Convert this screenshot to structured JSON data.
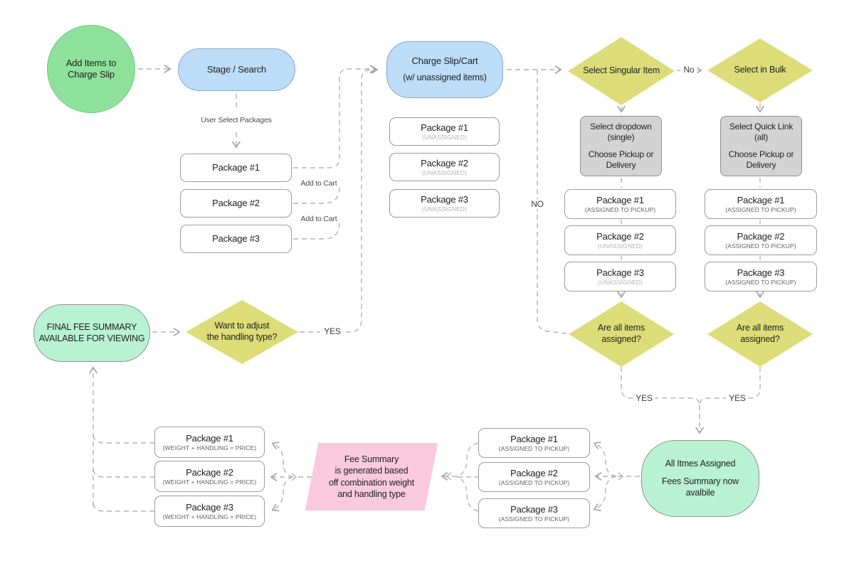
{
  "colors": {
    "start_green": "#8ee19b",
    "process_blue": "#bcdcf7",
    "decision_yellow": "#dcdd78",
    "action_gray": "#d3d3d3",
    "result_mint": "#b9f2d3",
    "fee_pink": "#f9cade",
    "connector_gray": "#b0b0b0"
  },
  "start": {
    "label": "Add Items to\nCharge Slip"
  },
  "stage_search": {
    "label": "Stage / Search"
  },
  "labels": {
    "user_select": "User Select Packages",
    "add_to_cart_1": "Add to Cart",
    "add_to_cart_2": "Add to Cart",
    "no_bulk": "No",
    "no_loop": "NO",
    "yes_left": "YES",
    "yes_right": "YES",
    "yes_adjust": "YES"
  },
  "stage_packages": [
    "Package #1",
    "Package #2",
    "Package #3"
  ],
  "cart": {
    "title": "Charge Slip/Cart",
    "subtitle": "(w/ unassigned items)"
  },
  "cart_packages": [
    {
      "name": "Package #1",
      "status": "(UNASSIGNED)"
    },
    {
      "name": "Package #2",
      "status": "(UNASSIGNED)"
    },
    {
      "name": "Package #3",
      "status": "(UNASSIGNED)"
    }
  ],
  "decision_singular": {
    "label": "Select Singular Item"
  },
  "decision_bulk": {
    "label": "Select in Bulk"
  },
  "single_action": {
    "line1": "Select dropdown\n(single)",
    "line2": "Choose Pickup or\nDelivery"
  },
  "bulk_action": {
    "line1": "Select Quick Link\n(all)",
    "line2": "Choose Pickup or\nDelivery"
  },
  "single_packages": [
    {
      "name": "Package #1",
      "status": "(ASSIGNED TO PICKUP)"
    },
    {
      "name": "Package #2",
      "status": "(UNASSIGNED)"
    },
    {
      "name": "Package #3",
      "status": "(UNASSIGNED)"
    }
  ],
  "bulk_packages": [
    {
      "name": "Package #1",
      "status": "(ASSIGNED TO PICKUP)"
    },
    {
      "name": "Package #2",
      "status": "(ASSIGNED TO PICKUP)"
    },
    {
      "name": "Package #3",
      "status": "(ASSIGNED TO PICKUP)"
    }
  ],
  "decision_assigned_left": {
    "label": "Are all items\nassigned?"
  },
  "decision_assigned_right": {
    "label": "Are all items\nassigned?"
  },
  "all_assigned": {
    "line1": "All Itmes Assigned",
    "line2": "Fees Summary now\navalbile"
  },
  "pickup_packages": [
    {
      "name": "Package #1",
      "status": "(ASSIGNED TO PICKUP)"
    },
    {
      "name": "Package #2",
      "status": "(ASSIGNED TO PICKUP)"
    },
    {
      "name": "Package #3",
      "status": "(ASSIGNED TO PICKUP)"
    }
  ],
  "fee_process": {
    "label": "Fee Summary\nis generated based\noff combination weight\nand handling type"
  },
  "priced_packages": [
    {
      "name": "Package #1",
      "status": "(WEIGHT + HANDLING = PRICE)"
    },
    {
      "name": "Package #2",
      "status": "(WEIGHT + HANDLING = PRICE)"
    },
    {
      "name": "Package #3",
      "status": "(WEIGHT + HANDLING = PRICE)"
    }
  ],
  "final_summary": {
    "label": "FINAL FEE SUMMARY\nAVAILABLE FOR VIEWING"
  },
  "decision_adjust": {
    "label": "Want to adjust\nthe handling type?"
  }
}
